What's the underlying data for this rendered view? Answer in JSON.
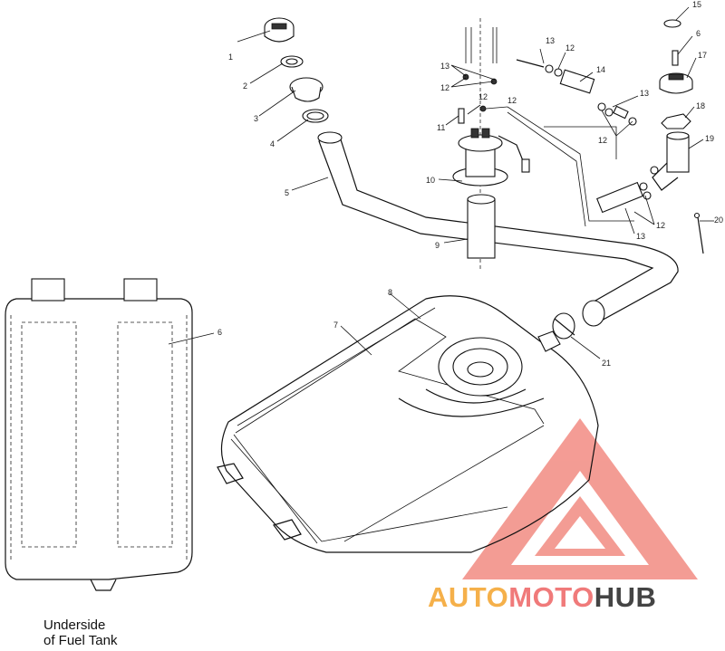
{
  "diagram": {
    "caption_line1": "Underside",
    "caption_line2": "of Fuel Tank",
    "callouts": [
      {
        "id": "c1",
        "label": "1"
      },
      {
        "id": "c2",
        "label": "2"
      },
      {
        "id": "c3",
        "label": "3"
      },
      {
        "id": "c4",
        "label": "4"
      },
      {
        "id": "c5",
        "label": "5"
      },
      {
        "id": "c6a",
        "label": "6"
      },
      {
        "id": "c6b",
        "label": "6"
      },
      {
        "id": "c7",
        "label": "7"
      },
      {
        "id": "c8",
        "label": "8"
      },
      {
        "id": "c9",
        "label": "9"
      },
      {
        "id": "c10",
        "label": "10"
      },
      {
        "id": "c11",
        "label": "11"
      },
      {
        "id": "c12a",
        "label": "12"
      },
      {
        "id": "c12b",
        "label": "12"
      },
      {
        "id": "c12c",
        "label": "12"
      },
      {
        "id": "c12d",
        "label": "12"
      },
      {
        "id": "c12e",
        "label": "12"
      },
      {
        "id": "c12f",
        "label": "12"
      },
      {
        "id": "c13a",
        "label": "13"
      },
      {
        "id": "c13b",
        "label": "13"
      },
      {
        "id": "c13c",
        "label": "13"
      },
      {
        "id": "c13d",
        "label": "13"
      },
      {
        "id": "c14",
        "label": "14"
      },
      {
        "id": "c15",
        "label": "15"
      },
      {
        "id": "c17",
        "label": "17"
      },
      {
        "id": "c18",
        "label": "18"
      },
      {
        "id": "c19",
        "label": "19"
      },
      {
        "id": "c20",
        "label": "20"
      },
      {
        "id": "c21",
        "label": "21"
      }
    ]
  },
  "watermark": {
    "text_auto": "AUTO",
    "text_moto": "MOTO",
    "text_hub": "HUB",
    "color_red": "#f07a7a",
    "color_orange": "#f5b04a",
    "color_dark": "#444444"
  }
}
